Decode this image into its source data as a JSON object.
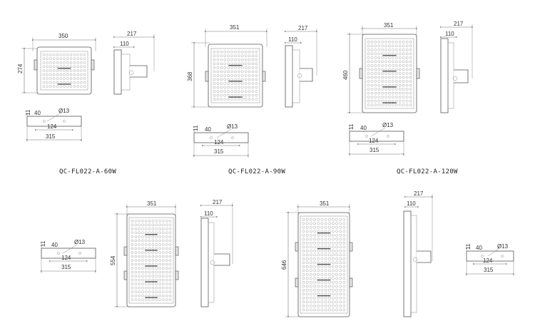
{
  "models": [
    {
      "id": "60w",
      "label": "QC-FL022-A-60W",
      "front": {
        "width": "350",
        "height": "274"
      },
      "side": {
        "depth": "217",
        "bracket": "110"
      },
      "bracket_plate": {
        "thickness": "11",
        "offset": "40",
        "hole": "Ø13",
        "spacing": "124",
        "length": "315"
      }
    },
    {
      "id": "90w",
      "label": "QC-FL022-A-90W",
      "front": {
        "width": "351",
        "height": "368"
      },
      "side": {
        "depth": "217",
        "bracket": "110"
      },
      "bracket_plate": {
        "thickness": "11",
        "offset": "40",
        "hole": "Ø13",
        "spacing": "124",
        "length": "315"
      }
    },
    {
      "id": "120w",
      "label": "QC-FL022-A-120W",
      "front": {
        "width": "351",
        "height": "460"
      },
      "side": {
        "depth": "217",
        "bracket": "110"
      },
      "bracket_plate": {
        "thickness": "11",
        "offset": "40",
        "hole": "Ø13",
        "spacing": "124",
        "length": "315"
      }
    },
    {
      "id": "150w",
      "label": "",
      "front": {
        "width": "351",
        "height": "554"
      },
      "side": {
        "depth": "217",
        "bracket": "110"
      },
      "bracket_plate": {
        "thickness": "11",
        "offset": "40",
        "hole": "Ø13",
        "spacing": "124",
        "length": "315"
      }
    },
    {
      "id": "180w",
      "label": "",
      "front": {
        "width": "351",
        "height": "646"
      },
      "side": {
        "depth": "217",
        "bracket": "110"
      },
      "bracket_plate": {
        "thickness": "11",
        "offset": "40",
        "hole": "Ø13",
        "spacing": "124",
        "length": "315"
      }
    }
  ],
  "colors": {
    "line": "#555555",
    "dimension": "#777777",
    "text": "#333333"
  }
}
